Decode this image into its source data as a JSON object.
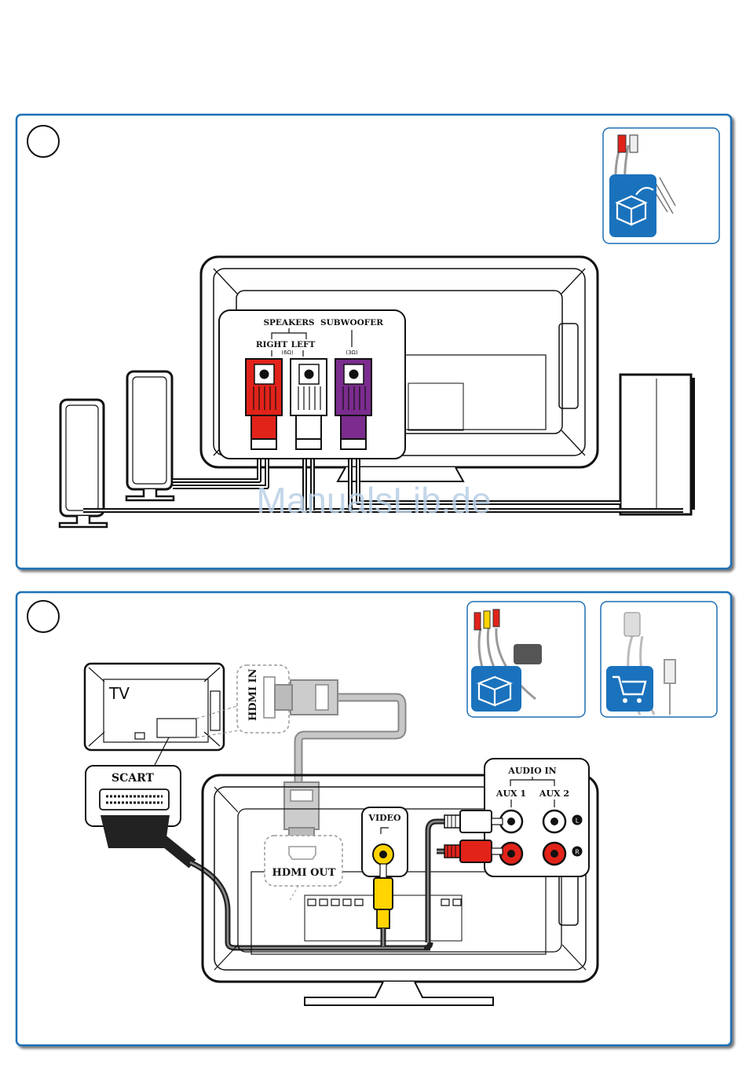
{
  "panel1": {
    "speakers_label": "SPEAKERS",
    "right_label": "RIGHT",
    "left_label": "LEFT",
    "impedance_speakers": "(6Ω)",
    "subwoofer_label": "SUBWOOFER",
    "impedance_subwoofer": "(3Ω)"
  },
  "panel2": {
    "tv_label": "TV",
    "hdmi_in_label": "HDMI IN",
    "scart_label": "SCART",
    "hdmi_out_label": "HDMI OUT",
    "video_label": "VIDEO",
    "audio_in_label": "AUDIO IN",
    "aux1_label": "AUX 1",
    "aux2_label": "AUX 2",
    "left_channel": "L",
    "right_channel": "R"
  },
  "watermark": "ManualsLib.de",
  "colors": {
    "panel_border": "#1f6fb5",
    "box_blue": "#1a72bd",
    "red": "#e2231a",
    "purple": "#7b2c8e",
    "yellow": "#ffd400",
    "gray_cable": "#aaaaaa"
  }
}
